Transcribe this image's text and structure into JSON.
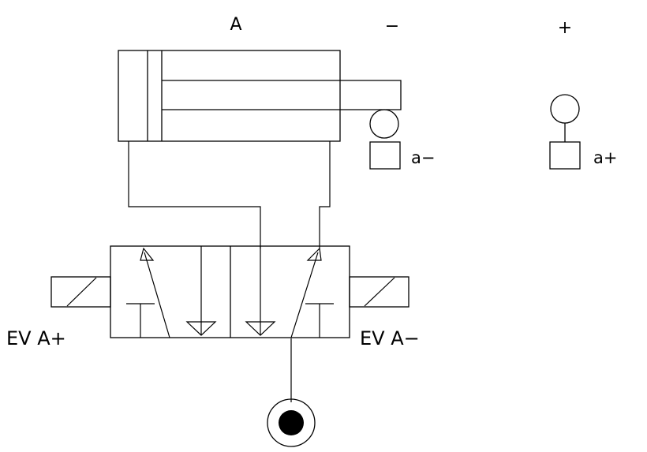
{
  "labels": {
    "cylinder": "A",
    "minus": "−",
    "plus": "+",
    "sensor_minus": "a−",
    "sensor_plus": "a+",
    "solenoid_left": "EV A+",
    "solenoid_right": "EV A−"
  },
  "colors": {
    "line": "#000000",
    "background": "#ffffff",
    "source_fill": "#000000"
  },
  "icons": {
    "pressure_source": "pressure-source-icon",
    "limit_switch": "limit-switch-icon",
    "solenoid": "solenoid-coil-icon"
  }
}
